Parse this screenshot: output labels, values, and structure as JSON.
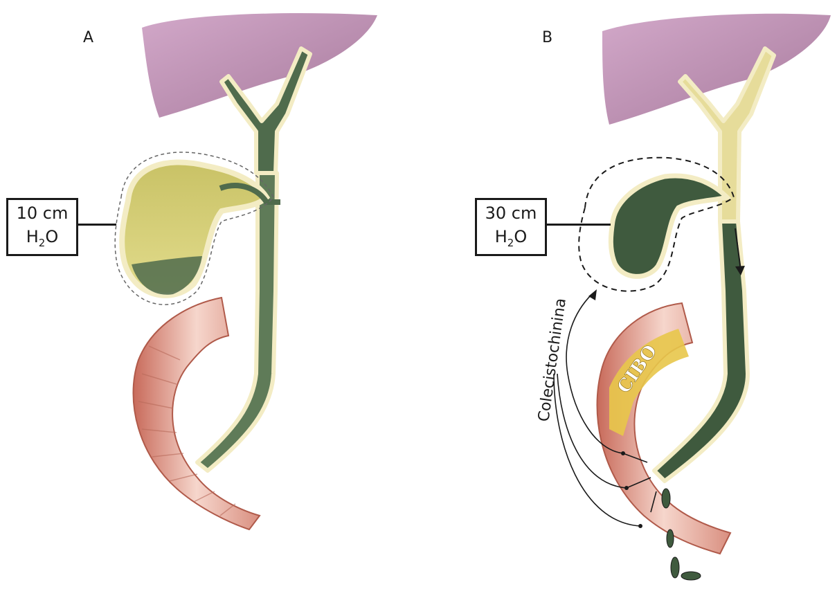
{
  "panels": {
    "a": {
      "letter": "A",
      "pressure_value": "10 cm",
      "pressure_unit_main": "H",
      "pressure_unit_sub": "2",
      "pressure_unit_tail": "O"
    },
    "b": {
      "letter": "B",
      "pressure_value": "30 cm",
      "pressure_unit_main": "H",
      "pressure_unit_sub": "2",
      "pressure_unit_tail": "O",
      "hormone_label": "Colecistochinina",
      "food_label": "CIBO"
    }
  },
  "colors": {
    "liver": "#b98cb0",
    "bile_concentrated": "#4f6b4c",
    "bile_dilute": "#d8d08a",
    "gallbladder_resting": "#b8b04a",
    "duct_wall": "#f3ecc4",
    "duodenum": "#d88a78",
    "food": "#e8c64a"
  }
}
